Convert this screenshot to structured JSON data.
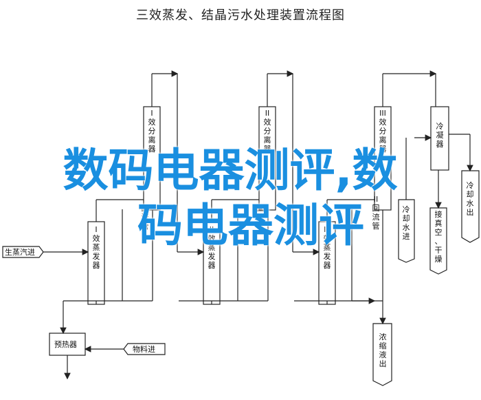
{
  "title": "三效蒸发、结晶污水处理装置流程图",
  "watermark": {
    "line1": "数码电器测评,数",
    "line2": "码电器测评",
    "color": "#1a8fe0"
  },
  "inputs": {
    "steam": "生蒸汽进",
    "material": "物料进"
  },
  "units": {
    "evap1": "I效蒸发器",
    "evap2": "II效蒸发器",
    "evap3": "III效蒸发器",
    "sep1": "I效分离器",
    "sep2": "II效分离器",
    "sep3": "III效分离器",
    "ret1": "I回流管",
    "ret2": "II回流管",
    "ret3": "III回流管",
    "preheater": "预热器",
    "condenser": "冷凝器",
    "cooling_water_in": "冷却水进",
    "cooling_water_out": "冷却水出",
    "dryer": "接真空、干燥",
    "concentrate": "浓缩液出"
  }
}
